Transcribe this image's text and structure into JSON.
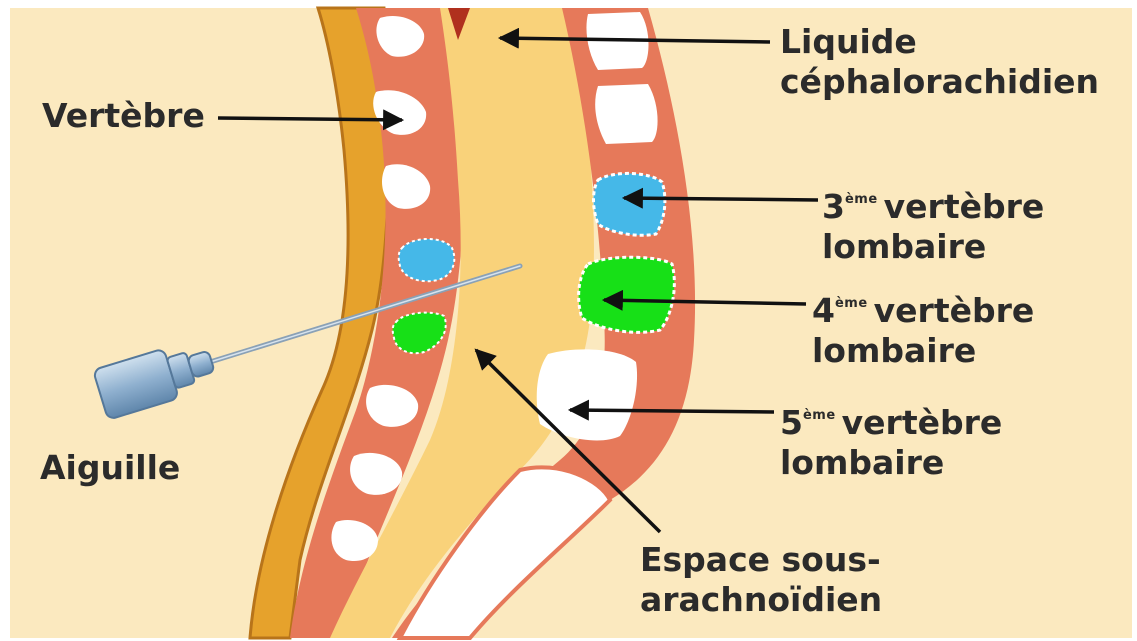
{
  "labels": {
    "liquide": {
      "line1": "Liquide",
      "line2": "céphalorachidien"
    },
    "vertebre": "Vertèbre",
    "v3": {
      "num": "3",
      "sup": "ème",
      "word": "vertèbre",
      "line2": "lombaire"
    },
    "v4": {
      "num": "4",
      "sup": "ème",
      "word": "vertèbre",
      "line2": "lombaire"
    },
    "v5": {
      "num": "5",
      "sup": "ème",
      "word": "vertèbre",
      "line2": "lombaire"
    },
    "aiguille": "Aiguille",
    "espace": {
      "line1": "Espace sous-",
      "line2": "arachnoïdien"
    }
  },
  "colors": {
    "background": "#fbe9bf",
    "skin": "#e9a830",
    "tissue": "#e6795a",
    "csf": "#f9d27a",
    "bone": "#ffffff",
    "vertebra_l3": "#45b8e8",
    "vertebra_l4": "#17e017",
    "needle": "#9fb4c8",
    "arrow": "#111111"
  }
}
